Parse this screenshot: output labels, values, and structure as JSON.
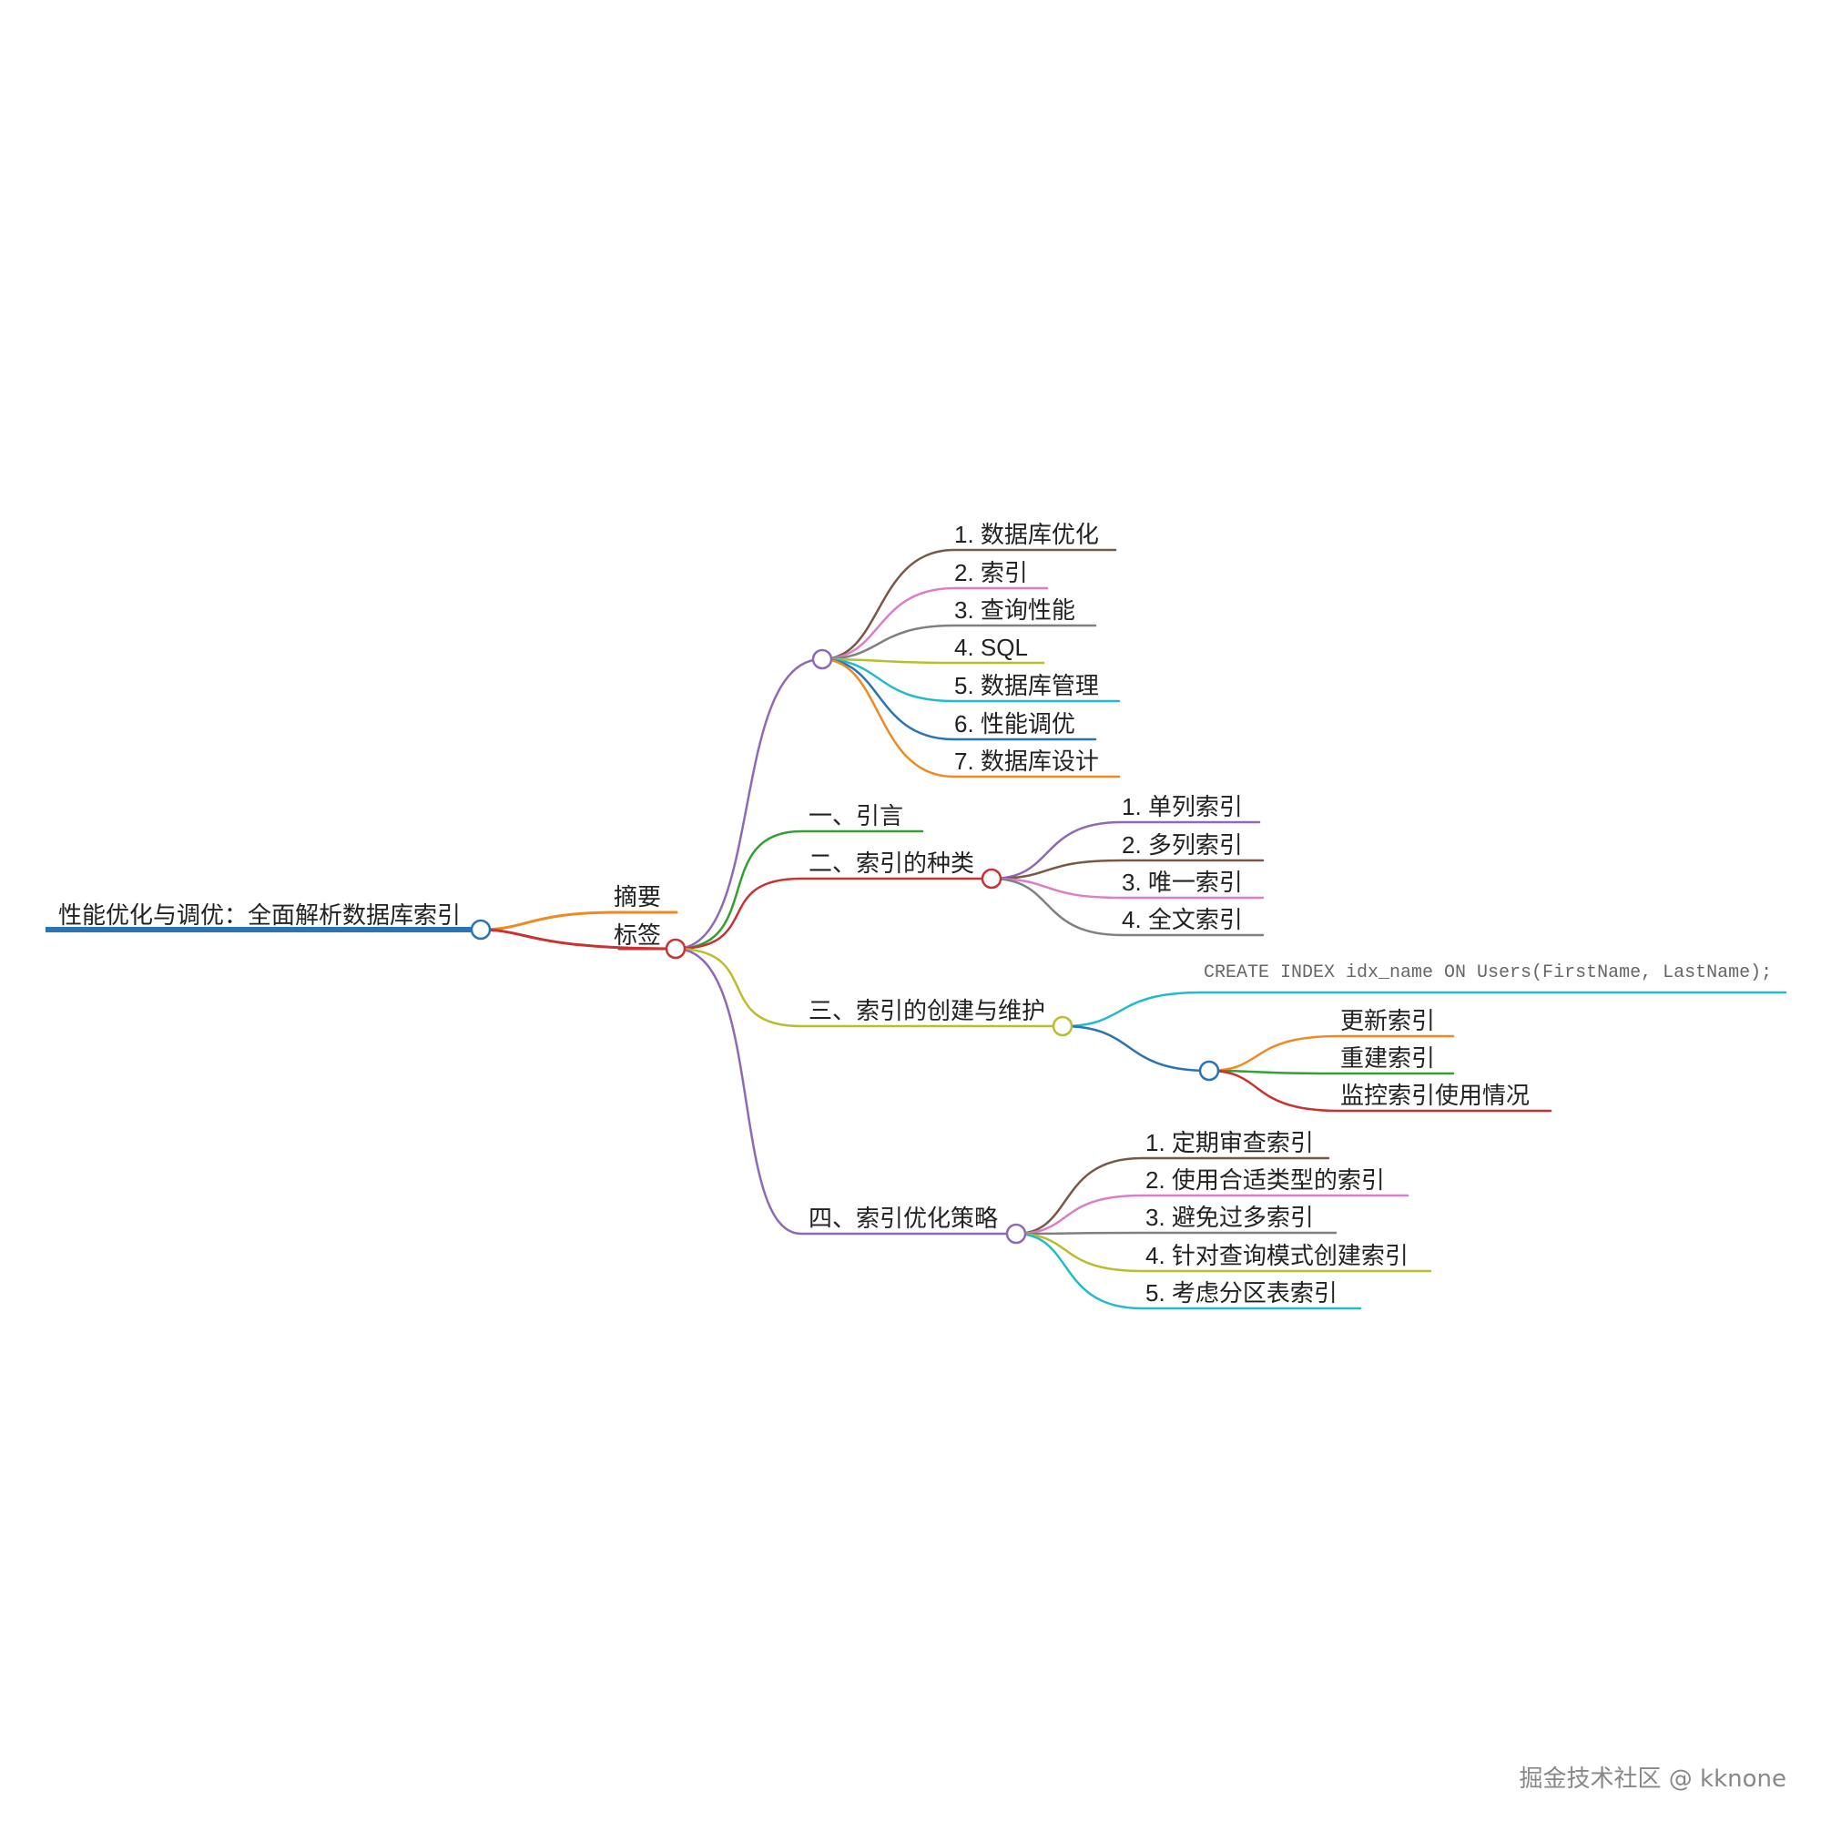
{
  "root": {
    "label": "性能优化与调优：全面解析数据库索引",
    "color": "#2a74b3"
  },
  "branches": [
    {
      "id": "summary",
      "label": "摘要",
      "color": "#f0891f",
      "children": []
    },
    {
      "id": "tags",
      "label": "标签",
      "color": "#c83232",
      "children": [
        {
          "id": "tag-list",
          "label": "",
          "color": "#8e6ab6",
          "children": [
            {
              "label": "1. 数据库优化",
              "color": "#7a5848"
            },
            {
              "label": "2. 索引",
              "color": "#dc7dc8"
            },
            {
              "label": "3. 查询性能",
              "color": "#808080"
            },
            {
              "label": "4. SQL",
              "color": "#b8be2e"
            },
            {
              "label": "5. 数据库管理",
              "color": "#20bccc"
            },
            {
              "label": "6. 性能调优",
              "color": "#2a74b3"
            },
            {
              "label": "7. 数据库设计",
              "color": "#f0891f"
            }
          ]
        },
        {
          "id": "intro",
          "label": "一、引言",
          "color": "#32a032",
          "children": []
        },
        {
          "id": "types",
          "label": "二、索引的种类",
          "color": "#c83232",
          "children": [
            {
              "label": "1. 单列索引",
              "color": "#8e6ab6"
            },
            {
              "label": "2. 多列索引",
              "color": "#7a5848"
            },
            {
              "label": "3. 唯一索引",
              "color": "#dc7dc8"
            },
            {
              "label": "4. 全文索引",
              "color": "#808080"
            }
          ]
        },
        {
          "id": "create",
          "label": "三、索引的创建与维护",
          "color": "#b8be2e",
          "children": [
            {
              "label": "CREATE INDEX idx_name ON Users(FirstName, LastName);",
              "color": "#20bccc",
              "code": true
            },
            {
              "label": "",
              "color": "#2a74b3",
              "children": [
                {
                  "label": "更新索引",
                  "color": "#f0891f"
                },
                {
                  "label": "重建索引",
                  "color": "#32a032"
                },
                {
                  "label": "监控索引使用情况",
                  "color": "#c83232"
                }
              ]
            }
          ]
        },
        {
          "id": "strategy",
          "label": "四、索引优化策略",
          "color": "#8e6ab6",
          "children": [
            {
              "label": "1. 定期审查索引",
              "color": "#7a5848"
            },
            {
              "label": "2. 使用合适类型的索引",
              "color": "#dc7dc8"
            },
            {
              "label": "3. 避免过多索引",
              "color": "#808080"
            },
            {
              "label": "4. 针对查询模式创建索引",
              "color": "#b8be2e"
            },
            {
              "label": "5. 考虑分区表索引",
              "color": "#20bccc"
            }
          ]
        }
      ]
    }
  ],
  "watermark": "掘金技术社区 @ kknone"
}
